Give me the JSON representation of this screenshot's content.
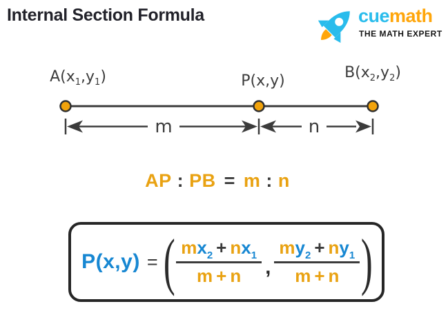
{
  "header": {
    "title": "Internal Section Formula",
    "logo": {
      "cue": "cue",
      "math": "math",
      "tagline": "THE MATH EXPERT"
    }
  },
  "diagram": {
    "point_a": {
      "pre": "A(x",
      "sub1": "1",
      "mid": ",y",
      "sub2": "1",
      "post": ")"
    },
    "point_p": {
      "label": "P(x,y)"
    },
    "point_b": {
      "pre": "B(x",
      "sub1": "2",
      "mid": ",y",
      "sub2": "2",
      "post": ")"
    },
    "dim_m": "m",
    "dim_n": "n"
  },
  "ratio": {
    "ap": "AP",
    "colon1": ":",
    "pb": "PB",
    "equals": "=",
    "m": "m",
    "colon2": ":",
    "n": "n"
  },
  "formula": {
    "lhs": "P(x,y)",
    "equals": "=",
    "open_paren": "(",
    "comma": ",",
    "close_paren": ")",
    "frac_x": {
      "m": "m",
      "x2": "x",
      "x2_sub": "2",
      "plus": "+",
      "n": "n",
      "x1": "x",
      "x1_sub": "1",
      "den_m": "m",
      "den_plus": "+",
      "den_n": "n"
    },
    "frac_y": {
      "m": "m",
      "y2": "y",
      "y2_sub": "2",
      "plus": "+",
      "n": "n",
      "y1": "y",
      "y1_sub": "1",
      "den_m": "m",
      "den_plus": "+",
      "den_n": "n"
    }
  },
  "colors": {
    "accent_orange": "#E9A212",
    "accent_blue": "#1787D2",
    "text_dark": "#3b3b3b",
    "dot_fill": "#F2A30B",
    "brand_cyan": "#29BCEC",
    "brand_orange": "#FFA60B"
  }
}
